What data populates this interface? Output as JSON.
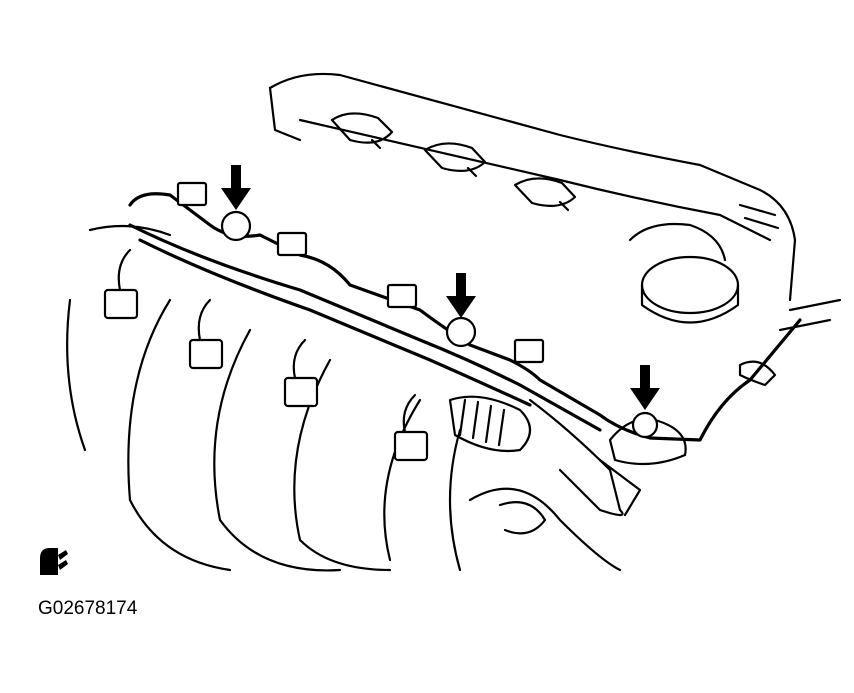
{
  "figure": {
    "code": "G02678174",
    "marker_icon": "hand-tool-icon",
    "arrows": [
      {
        "name": "arrow-bolt-left"
      },
      {
        "name": "arrow-bolt-middle"
      },
      {
        "name": "arrow-bolt-right"
      }
    ]
  }
}
